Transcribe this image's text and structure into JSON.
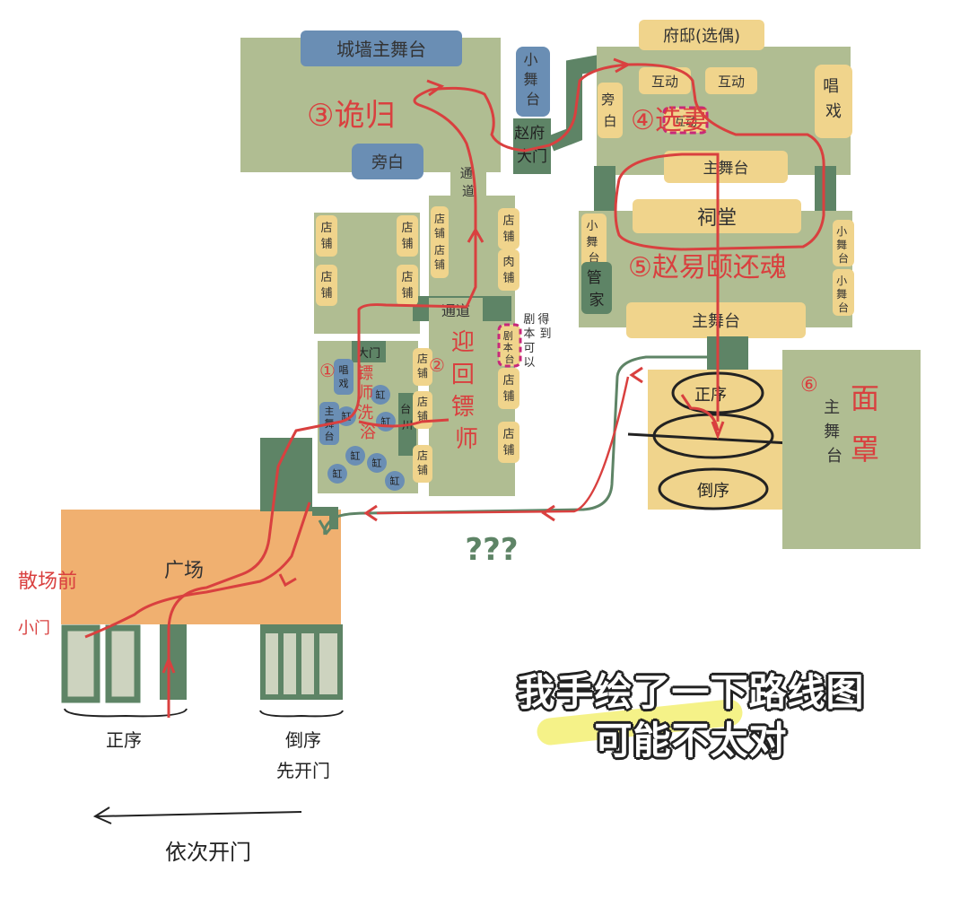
{
  "colors": {
    "green": "#b0bd92",
    "dark_green": "#5e8466",
    "blue": "#6a8eb4",
    "sand": "#f0d48c",
    "orange": "#f0b070",
    "red": "#d9403f",
    "pink": "#c8287a",
    "gray_green": "#cdd3bf"
  },
  "north": {
    "city_wall_stage": "城墙主舞台",
    "small_stage": "小舞台",
    "zhaofu_gate": "赵府大门",
    "pangbai": "旁白",
    "event_3": "③诡归"
  },
  "zhaofu": {
    "mansion": "府邸(选偶)",
    "interact_a": "互动",
    "interact_b": "互动",
    "interact_c": "互动",
    "pangbai": "旁白",
    "event_4": "④选妻",
    "singing": "唱戏",
    "main_stage": "主舞台",
    "ancestral_hall": "祠堂",
    "small_stage_left": "小舞台",
    "steward": "管家",
    "event_5": "⑤赵易颐还魂",
    "small_stage_r1": "小舞台",
    "small_stage_r2": "小舞台",
    "main_stage_lower": "主舞台"
  },
  "street": {
    "shop": "店铺",
    "passage": "通道",
    "gate": "大门",
    "event_1_num": "①",
    "event_1_name": "镖师洗浴",
    "event_2": "②迎回镖师",
    "stage_label": "台",
    "stage_chuan": "台川",
    "singing_small": "唱戏",
    "main_stage_small": "主舞台",
    "bath": "缸",
    "script_box": "剧本台",
    "script_note": "剧本可以得到"
  },
  "east": {
    "front_seats": "正序",
    "rear_seats": "倒序",
    "event_6": "⑥面罩",
    "main_stage": "主舞台"
  },
  "bottom": {
    "plaza": "广场",
    "side_door_1": "散场前",
    "side_door_2": "小门",
    "front_gate": "正序",
    "rear_gate_1": "倒序",
    "rear_gate_2": "先开门",
    "order": "依次开门",
    "question": "???"
  },
  "caption": {
    "line1": "我手绘了一下路线图",
    "line2": "可能不太对"
  }
}
